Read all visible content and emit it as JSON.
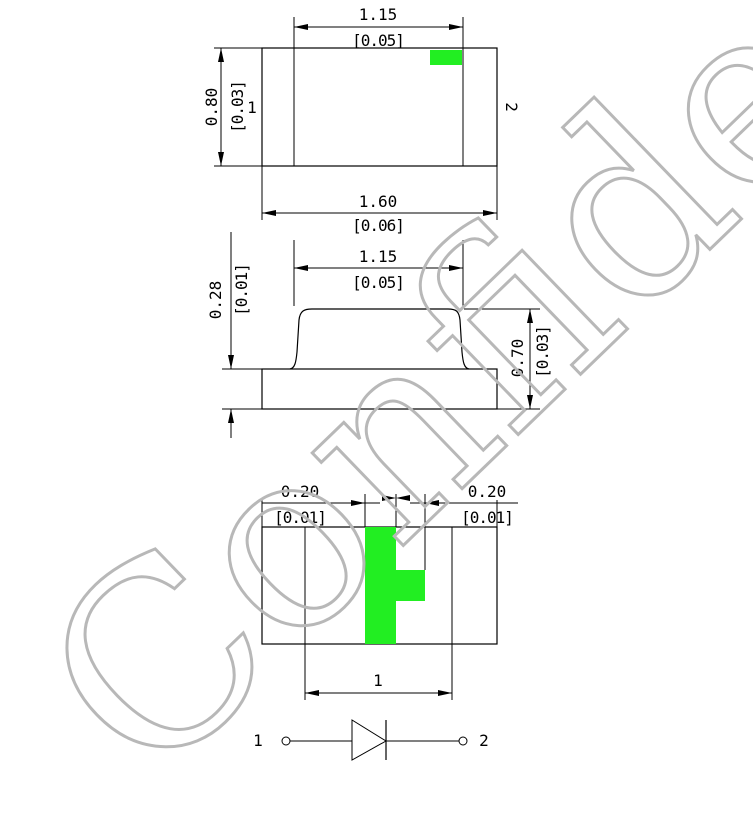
{
  "top_view": {
    "dim_top": "1.15",
    "dim_top_in": "[0.05]",
    "dim_left": "0.80",
    "dim_left_in": "[0.03]",
    "pin1": "1",
    "pin2": "2",
    "dim_bottom": "1.60",
    "dim_bottom_in": "[0.06]",
    "marker_color": "#22ee22"
  },
  "side_view": {
    "dim_top": "1.15",
    "dim_top_in": "[0.05]",
    "dim_left": "0.28",
    "dim_left_in": "[0.01]",
    "dim_right": "0.70",
    "dim_right_in": "[0.03]"
  },
  "bottom_view": {
    "dim_left": "0.20",
    "dim_left_in": "[0.01]",
    "dim_right": "0.20",
    "dim_right_in": "[0.01]",
    "dim_bottom": "1",
    "pad_color": "#22ee22"
  },
  "schematic": {
    "pin1": "1",
    "pin2": "2"
  },
  "watermark": "Confidential"
}
